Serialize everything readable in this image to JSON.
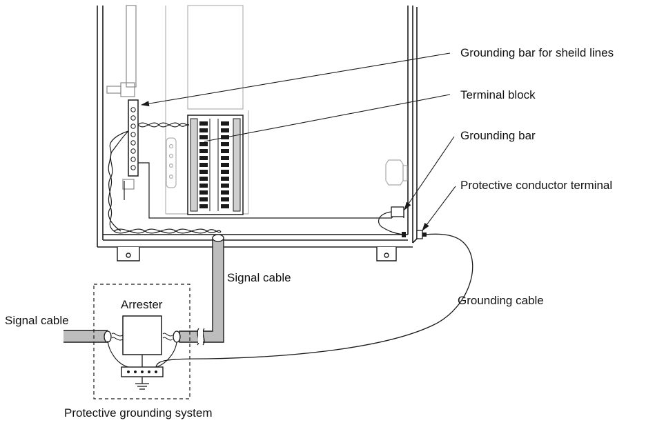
{
  "labels": {
    "grounding_bar_shield": "Grounding bar for sheild lines",
    "terminal_block": "Terminal block",
    "grounding_bar": "Grounding bar",
    "protective_conductor_terminal": "Protective conductor terminal",
    "signal_cable_vertical": "Signal cable",
    "grounding_cable": "Grounding cable",
    "arrester": "Arrester",
    "signal_cable_left": "Signal cable",
    "protective_grounding_system": "Protective grounding system"
  },
  "colors": {
    "line": "#1a1a1a",
    "cable_fill": "#bdbdbd",
    "light_line": "#aaaaaa"
  }
}
